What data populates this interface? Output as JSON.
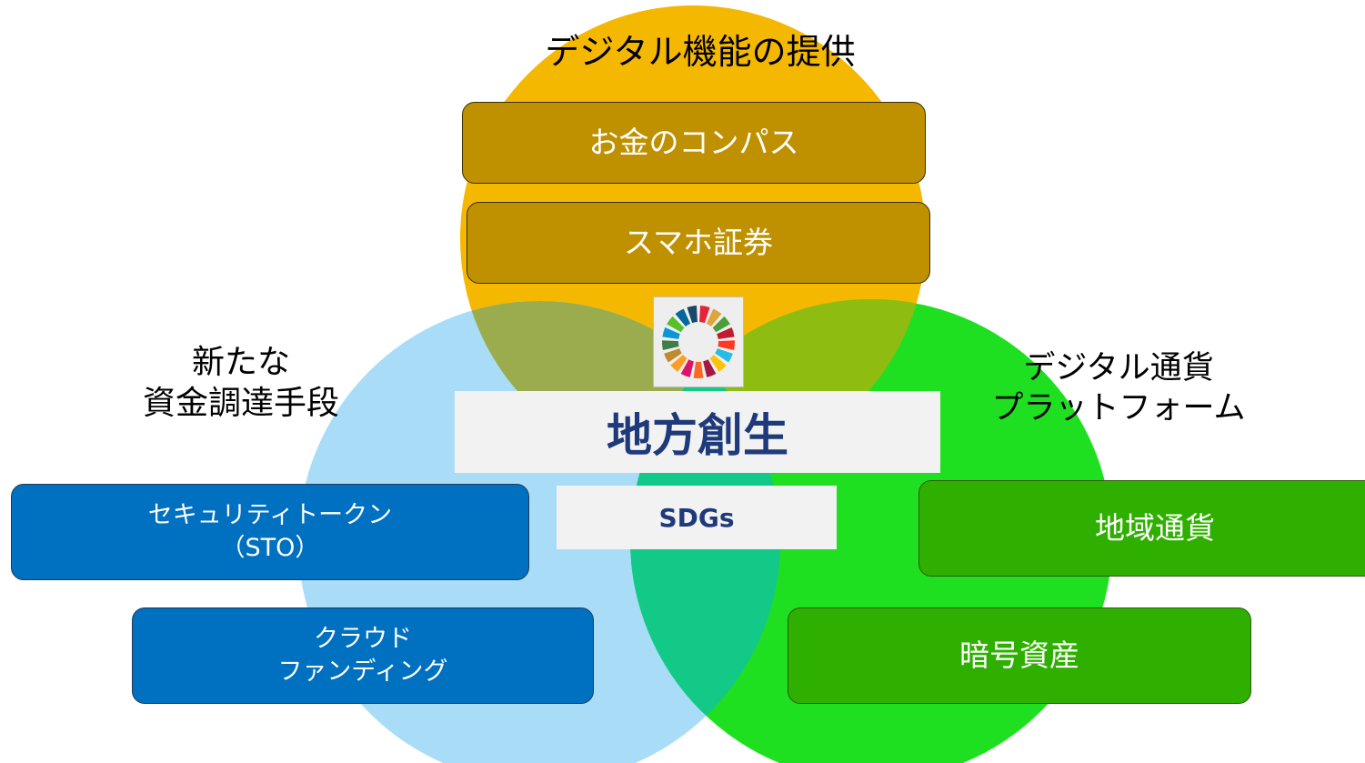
{
  "top_circle": {
    "label": "デジタル機能の提供",
    "color": "#f5b800"
  },
  "left_circle": {
    "label_line1": "新たな",
    "label_line2": "資金調達手段",
    "color": "#a9ddf7"
  },
  "right_circle": {
    "label_line1": "デジタル通貨",
    "label_line2": "プラットフォーム",
    "color": "#1fe020"
  },
  "top_boxes": [
    {
      "label": "お金のコンパス"
    },
    {
      "label": "スマホ証券"
    }
  ],
  "left_boxes": [
    {
      "line1": "セキュリティトークン",
      "line2": "（STO）"
    },
    {
      "line1": "クラウド",
      "line2": "ファンディング"
    }
  ],
  "right_boxes": [
    {
      "label": "地域通貨"
    },
    {
      "label": "暗号資産"
    }
  ],
  "center": {
    "title": "地方創生",
    "subtitle": "SDGs"
  },
  "sdg_wheel": {
    "icon": "sdg-wheel-icon",
    "segment_colors": [
      "#e5243b",
      "#dda63a",
      "#4c9f38",
      "#c5192d",
      "#ff3a21",
      "#26bde2",
      "#fcc30b",
      "#a21942",
      "#fd6925",
      "#dd1367",
      "#fd9d24",
      "#bf8b2e",
      "#3f7e44",
      "#0a97d9",
      "#56c02b",
      "#00689d",
      "#19486a"
    ]
  }
}
